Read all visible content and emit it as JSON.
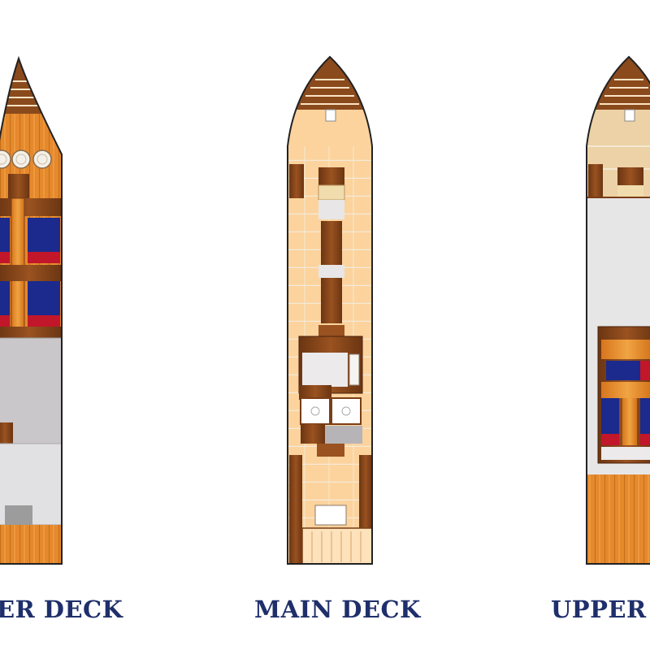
{
  "decks": [
    {
      "id": "lower",
      "label": "ER DECK"
    },
    {
      "id": "main",
      "label": "MAIN DECK"
    },
    {
      "id": "upper",
      "label": "UPPER D"
    }
  ],
  "colors": {
    "label": "#1f2f6b",
    "wood_light": "#f3a74a",
    "wood_dark": "#7a3d15",
    "floor_tile": "#fcd8a4",
    "floor_gray": "#c9c7c9",
    "bed_blue": "#1b2a8c",
    "bed_red": "#c2162a",
    "hull_outline": "#222222"
  }
}
